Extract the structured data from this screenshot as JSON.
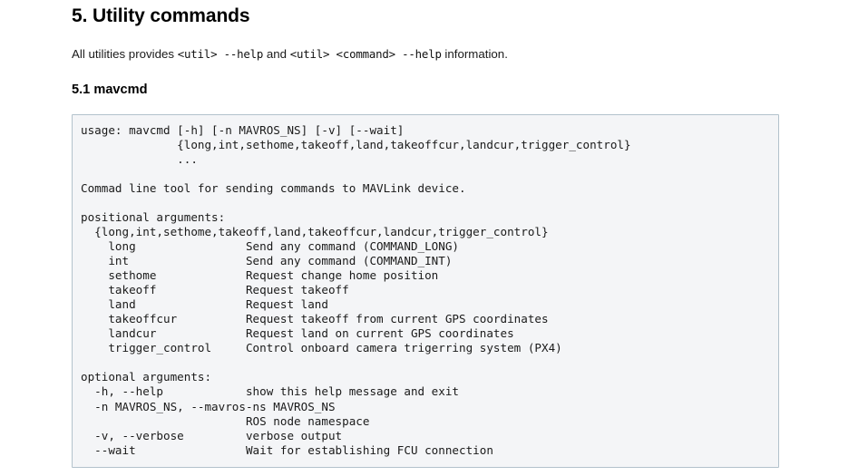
{
  "document": {
    "section_heading": "5. Utility commands",
    "intro": {
      "text_before_code1": "All utilities provides ",
      "code1": "<util> --help",
      "text_between": " and ",
      "code2": "<util> <command> --help",
      "text_after_code2": " information."
    },
    "subsection_heading": "5.1 mavcmd",
    "code_block": {
      "language": "text",
      "background_color": "#f4f5f7",
      "border_color": "#b3c2cc",
      "content": "usage: mavcmd [-h] [-n MAVROS_NS] [-v] [--wait]\n              {long,int,sethome,takeoff,land,takeoffcur,landcur,trigger_control}\n              ...\n\nCommad line tool for sending commands to MAVLink device.\n\npositional arguments:\n  {long,int,sethome,takeoff,land,takeoffcur,landcur,trigger_control}\n    long                Send any command (COMMAND_LONG)\n    int                 Send any command (COMMAND_INT)\n    sethome             Request change home position\n    takeoff             Request takeoff\n    land                Request land\n    takeoffcur          Request takeoff from current GPS coordinates\n    landcur             Request land on current GPS coordinates\n    trigger_control     Control onboard camera trigerring system (PX4)\n\noptional arguments:\n  -h, --help            show this help message and exit\n  -n MAVROS_NS, --mavros-ns MAVROS_NS\n                        ROS node namespace\n  -v, --verbose         verbose output\n  --wait                Wait for establishing FCU connection"
    }
  }
}
